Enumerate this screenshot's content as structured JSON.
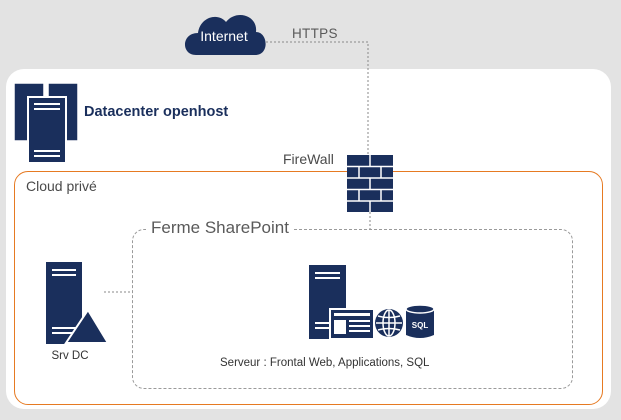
{
  "internet": {
    "label": "Internet"
  },
  "connection": {
    "label": "HTTPS"
  },
  "datacenter": {
    "title": "Datacenter openhost"
  },
  "firewall": {
    "label": "FireWall"
  },
  "cloud": {
    "label": "Cloud privé"
  },
  "farm": {
    "label": "Ferme SharePoint"
  },
  "srv_dc": {
    "label": "Srv DC"
  },
  "server": {
    "label": "Serveur : Frontal Web, Applications, SQL"
  },
  "colors": {
    "icon_navy": "#1a2f5c",
    "cloud_border": "#e67a22",
    "background": "#e3e3e3",
    "panel": "#ffffff",
    "dashed_border": "#9a9a9a"
  }
}
